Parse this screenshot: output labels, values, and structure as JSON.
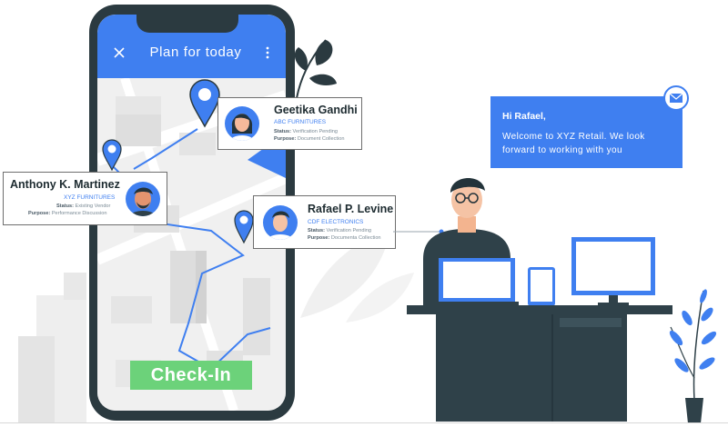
{
  "app": {
    "title": "Plan for today",
    "close_icon": "close-icon",
    "more_icon": "more-vertical-icon",
    "checkin_label": "Check-In"
  },
  "contacts": [
    {
      "name": "Geetika Gandhi",
      "company": "ABC FURNITURES",
      "status_label": "Status:",
      "status_value": "Verification Pending",
      "purpose_label": "Purpose:",
      "purpose_value": "Document Collection"
    },
    {
      "name": "Anthony K. Martinez",
      "company": "XYZ FURNITURES",
      "status_label": "Status:",
      "status_value": "Existing Vendor",
      "purpose_label": "Purpose:",
      "purpose_value": "Performance Discussion"
    },
    {
      "name": "Rafael P. Levine",
      "company": "CDF ELECTRONICS",
      "status_label": "Status:",
      "status_value": "Verification Pending",
      "purpose_label": "Purpose:",
      "purpose_value": "Documenta Collection"
    }
  ],
  "chat": {
    "greeting": "Hi Rafael,",
    "message": "Welcome to XYZ Retail. We look forward to working with you",
    "mail_icon": "envelope-icon"
  },
  "colors": {
    "accent": "#3f7ff0",
    "checkin": "#6cd27a",
    "phone_frame": "#2b3a40",
    "desk": "#2f4149"
  }
}
